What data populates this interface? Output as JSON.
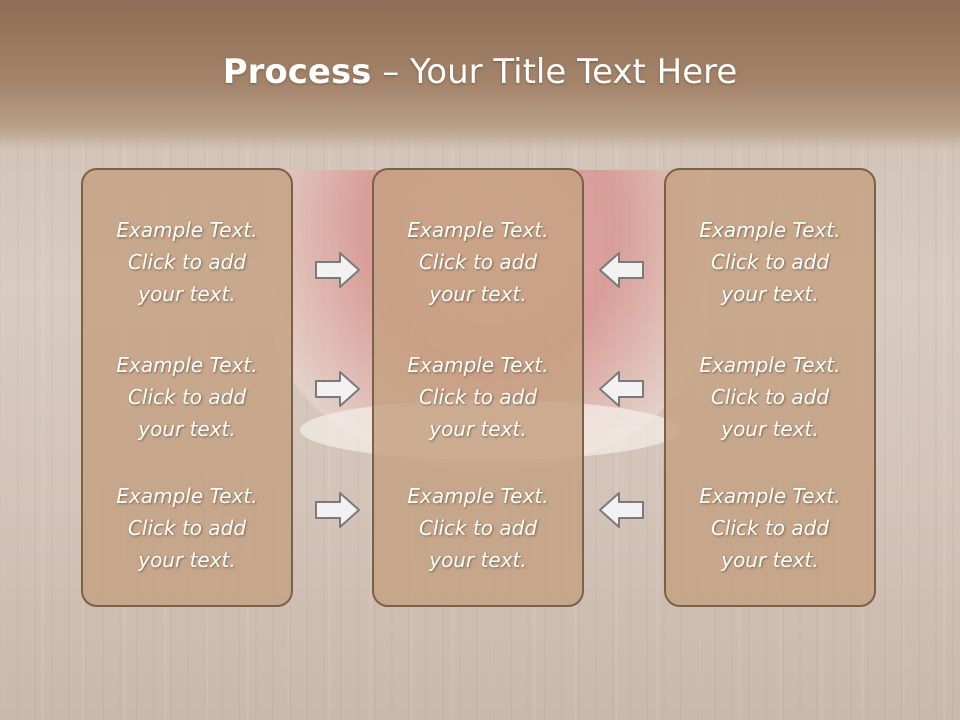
{
  "title": {
    "bold": "Process",
    "rest": " – Your Title Text Here"
  },
  "columns": [
    {
      "items": [
        "Example Text.\nClick  to add\nyour text.",
        "Example Text.\nClick  to add\nyour text.",
        "Example Text.\nClick  to add\nyour text."
      ]
    },
    {
      "items": [
        "Example Text.\nClick  to add\nyour text.",
        "Example Text.\nClick  to add\nyour text.",
        "Example Text.\nClick  to add\nyour text."
      ]
    },
    {
      "items": [
        "Example Text.\nClick  to add\nyour text.",
        "Example Text.\nClick  to add\nyour text.",
        "Example Text.\nClick  to add\nyour text."
      ]
    }
  ],
  "icons": {
    "left_arrows": "arrow-right-icon",
    "right_arrows": "arrow-left-icon"
  },
  "colors": {
    "header": "#8d6e55",
    "box_fill": "#c4a181",
    "box_border": "#7d6147",
    "arrow_fill": "#f2f2f2",
    "arrow_stroke": "#7a7a7a"
  }
}
